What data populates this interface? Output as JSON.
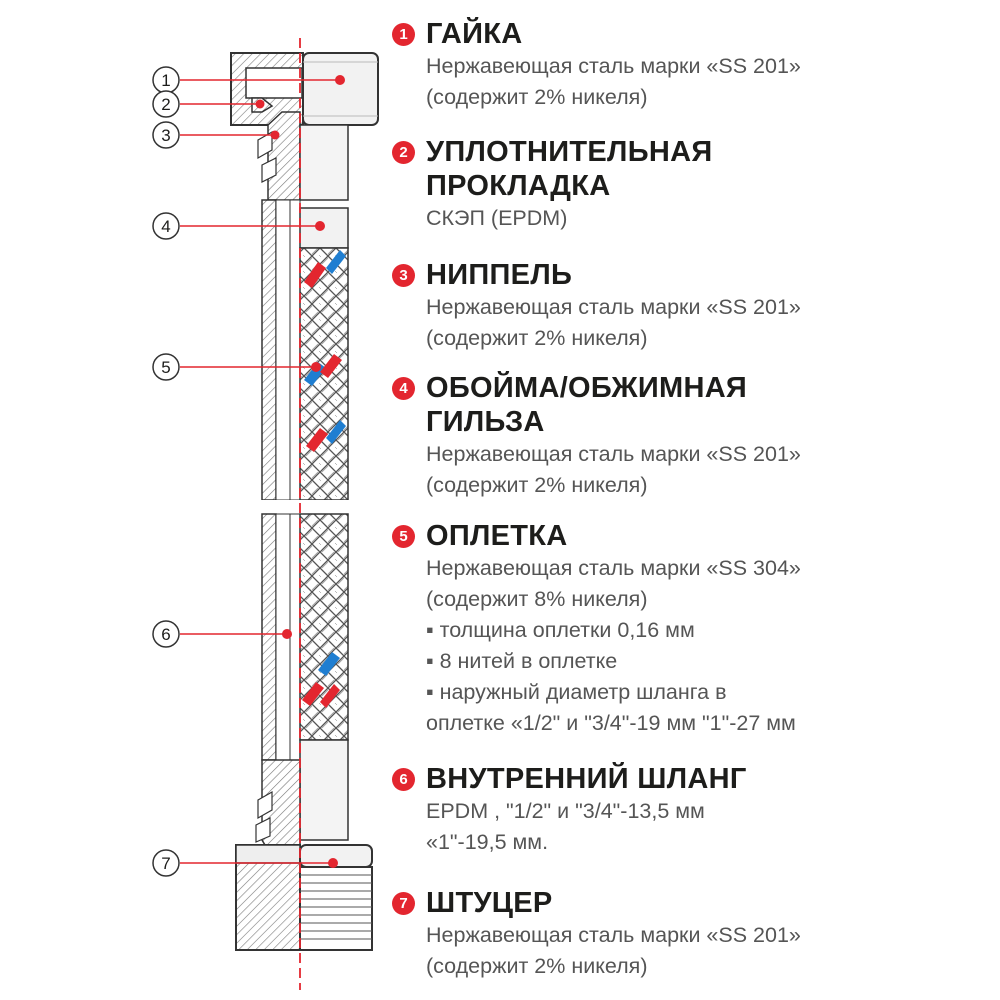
{
  "accent_color": "#e3262f",
  "callout_numbers": [
    "1",
    "2",
    "3",
    "4",
    "5",
    "6",
    "7"
  ],
  "specs": [
    {
      "number": "1",
      "title": [
        "ГАЙКА"
      ],
      "lines": [
        "Нержавеющая сталь марки «SS 201»",
        "(содержит 2% никеля)"
      ]
    },
    {
      "number": "2",
      "title": [
        "УПЛОТНИТЕЛЬНАЯ",
        "ПРОКЛАДКА"
      ],
      "lines": [
        "СКЭП (EPDM)"
      ]
    },
    {
      "number": "3",
      "title": [
        "НИППЕЛЬ"
      ],
      "lines": [
        "Нержавеющая сталь марки «SS 201»",
        "(содержит 2% никеля)"
      ]
    },
    {
      "number": "4",
      "title": [
        "ОБОЙМА/ОБЖИМНАЯ",
        "ГИЛЬЗА"
      ],
      "lines": [
        "Нержавеющая сталь марки «SS 201»",
        "(содержит 2% никеля)"
      ]
    },
    {
      "number": "5",
      "title": [
        "ОПЛЕТКА"
      ],
      "lines": [
        "Нержавеющая сталь марки «SS 304»",
        "(содержит 8% никеля)",
        "▪ толщина оплетки  0,16 мм",
        "▪ 8 нитей в оплетке",
        "▪ наружный диаметр шланга в",
        "оплетке «1/2\" и \"3/4\"-19 мм \"1\"-27 мм"
      ]
    },
    {
      "number": "6",
      "title": [
        "ВНУТРЕННИЙ ШЛАНГ"
      ],
      "lines": [
        "EPDM , \"1/2\" и \"3/4\"-13,5 мм",
        "«1\"-19,5 мм."
      ]
    },
    {
      "number": "7",
      "title": [
        "ШТУЦЕР"
      ],
      "lines": [
        "Нержавеющая сталь марки «SS 201»",
        "(содержит 2% никеля)"
      ]
    }
  ]
}
